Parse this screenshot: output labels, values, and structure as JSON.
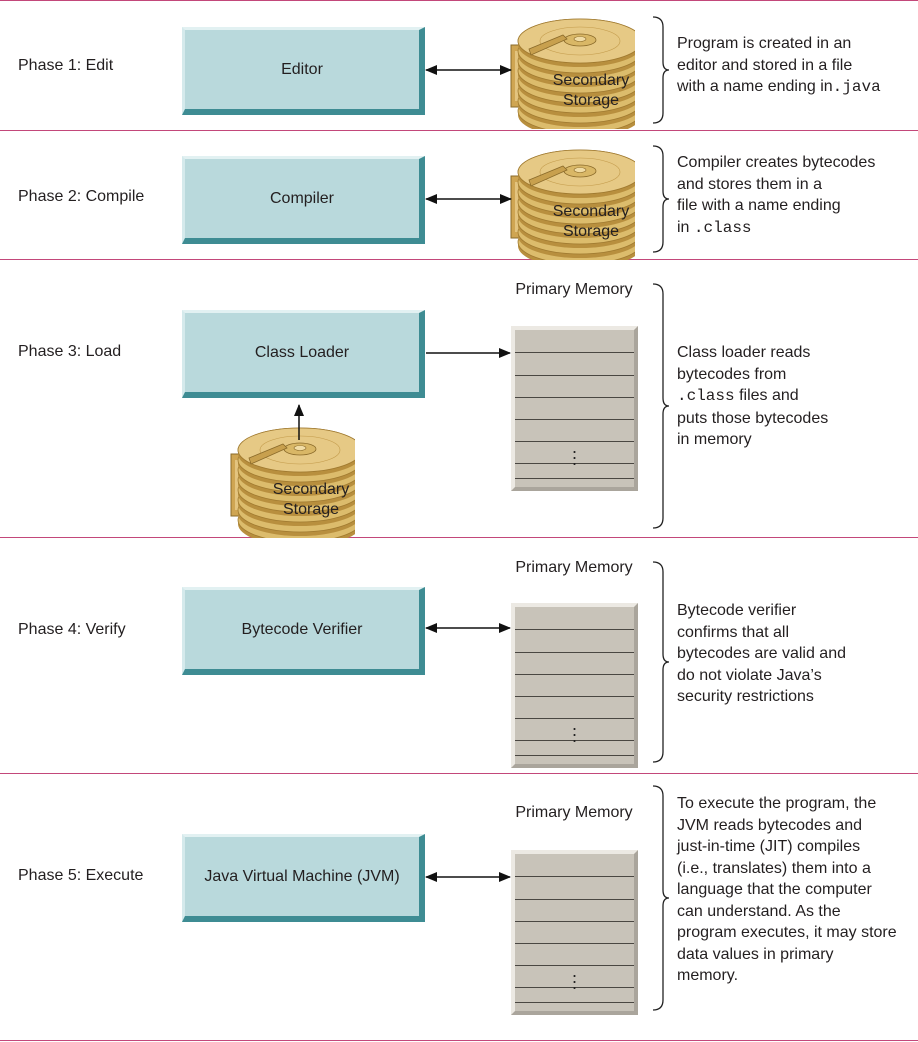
{
  "phases": [
    {
      "label": "Phase 1: Edit",
      "box": "Editor",
      "storage": "Secondary Storage",
      "desc": [
        "Program is created in an",
        "editor and stored in a file",
        "with a name ending in",
        ".java"
      ]
    },
    {
      "label": "Phase 2: Compile",
      "box": "Compiler",
      "storage": "Secondary Storage",
      "desc": [
        "Compiler creates bytecodes",
        "and stores them in a",
        "file with a name ending",
        "in",
        ".class"
      ]
    },
    {
      "label": "Phase 3: Load",
      "box": "Class Loader",
      "storage": "Secondary Storage",
      "memory": "Primary Memory",
      "desc": [
        "Class loader reads",
        "bytecodes from",
        ".class",
        "files and",
        "puts those bytecodes",
        "in memory"
      ]
    },
    {
      "label": "Phase 4: Verify",
      "box": "Bytecode Verifier",
      "memory": "Primary Memory",
      "desc": [
        "Bytecode verifier",
        "confirms that all",
        "bytecodes are valid and",
        "do not violate Java’s",
        "security restrictions"
      ]
    },
    {
      "label": "Phase 5: Execute",
      "box": "Java Virtual Machine (JVM)",
      "memory": "Primary Memory",
      "desc": [
        "To execute the program, the",
        "JVM reads bytecodes and",
        "just-in-time (JIT) compiles",
        "(i.e., translates) them into a",
        "language that the computer",
        "can understand. As the",
        "program executes, it may store",
        "data values in primary",
        "memory."
      ]
    }
  ],
  "colors": {
    "rule": "#c3487a",
    "box": "#b9d9dc",
    "box_shadow": "#3e8c93",
    "disk": "#dcbc6c",
    "memory": "#c8c3b9"
  }
}
